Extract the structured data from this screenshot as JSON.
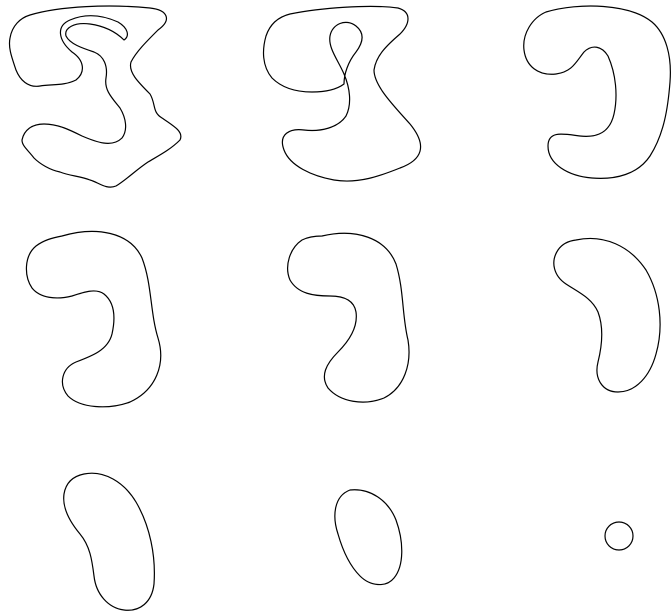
{
  "figure": {
    "background": "#ffffff",
    "stroke_color": "#000000",
    "panel_count": 9,
    "grid": {
      "rows": 3,
      "columns": 3
    }
  }
}
